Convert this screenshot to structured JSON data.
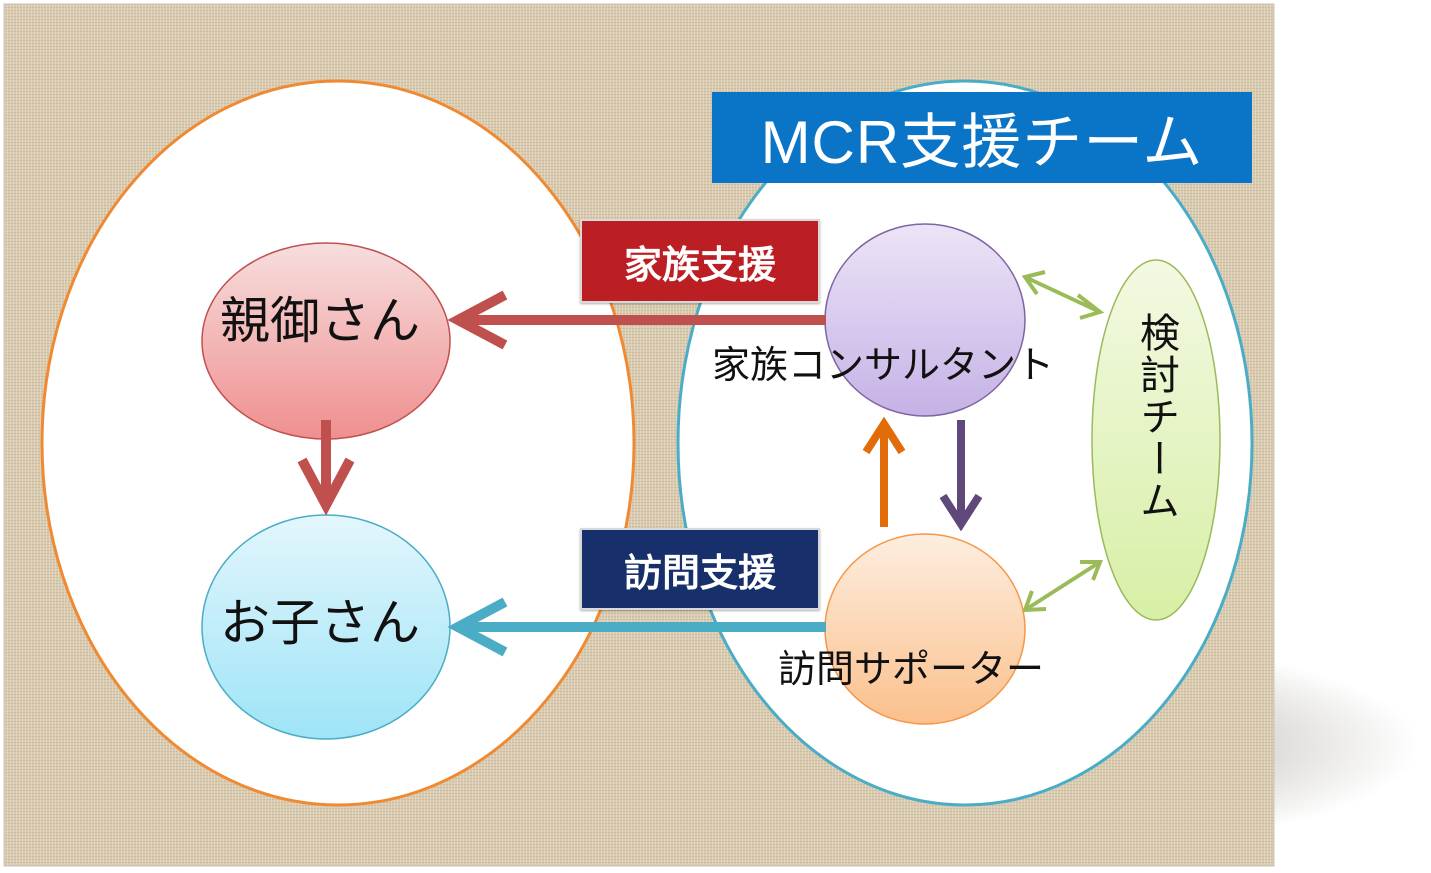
{
  "title": "MCR支援チーム",
  "labels": {
    "family_support": "家族支援",
    "visit_support": "訪問支援"
  },
  "nodes": {
    "parent": "親御さん",
    "child": "お子さん",
    "family_consultant": "家族コンサルタント",
    "visit_supporter": "訪問サポーター",
    "review_team": "検討チーム"
  },
  "colors": {
    "title_bg": "#0a75c6",
    "family_support_bg": "#bb1e23",
    "visit_support_bg": "#17306b",
    "arrow_red": "#c0504d",
    "arrow_teal": "#4bacc6",
    "arrow_orange": "#e36c0a",
    "arrow_purple": "#5f497a",
    "arrow_green": "#9bbb59"
  }
}
